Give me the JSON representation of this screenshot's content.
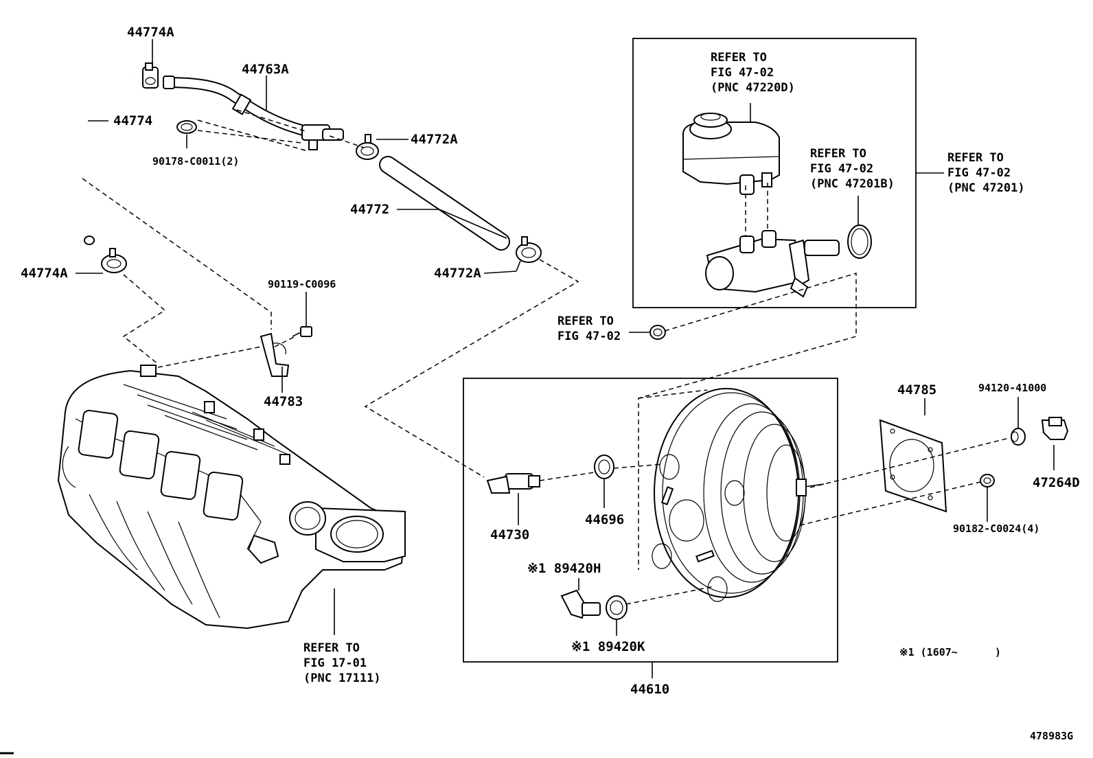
{
  "diagram": {
    "callouts": {
      "p44774A_top": "44774A",
      "p44763A": "44763A",
      "p44774": "44774",
      "p90178": "90178-C0011(2)",
      "p44772A_top": "44772A",
      "p44772": "44772",
      "p44774A_left": "44774A",
      "p44772A_bottom": "44772A",
      "p90119": "90119-C0096",
      "p44783": "44783",
      "p44785": "44785",
      "p94120": "94120-41000",
      "p47264D": "47264D",
      "p90182": "90182-C0024(4)",
      "p44730": "44730",
      "p44696": "44696",
      "p89420H": "※1 89420H",
      "p89420K": "※1 89420K",
      "p44610": "44610"
    },
    "refs": {
      "reservoir": [
        "REFER TO",
        "FIG 47-02",
        "(PNC 47220D)"
      ],
      "oring": [
        "REFER TO",
        "FIG 47-02",
        "(PNC 47201B)"
      ],
      "master": [
        "REFER TO",
        "FIG 47-02",
        "(PNC 47201)"
      ],
      "nut": [
        "REFER TO",
        "FIG 47-02"
      ],
      "manifold": [
        "REFER TO",
        "FIG 17-01",
        "(PNC 17111)"
      ]
    },
    "note": "※1 (1607~      )",
    "figure_id": "478983G"
  }
}
